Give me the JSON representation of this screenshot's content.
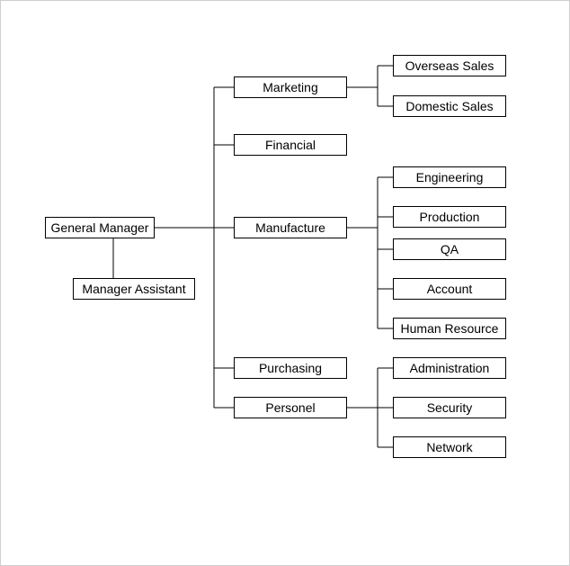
{
  "org_chart": {
    "root": {
      "label": "General Manager"
    },
    "assistant": {
      "label": "Manager Assistant"
    },
    "departments": [
      {
        "label": "Marketing",
        "children": [
          "Overseas Sales",
          "Domestic Sales"
        ]
      },
      {
        "label": "Financial",
        "children": []
      },
      {
        "label": "Manufacture",
        "children": [
          "Engineering",
          "Production",
          "QA",
          "Account",
          "Human Resource"
        ]
      },
      {
        "label": "Purchasing",
        "children": []
      },
      {
        "label": "Personel",
        "children": [
          "Administration",
          "Security",
          "Network"
        ]
      }
    ]
  },
  "colors": {
    "box_border": "#000000",
    "line": "#000000",
    "background": "#ffffff",
    "frame": "#cfcfcf"
  }
}
